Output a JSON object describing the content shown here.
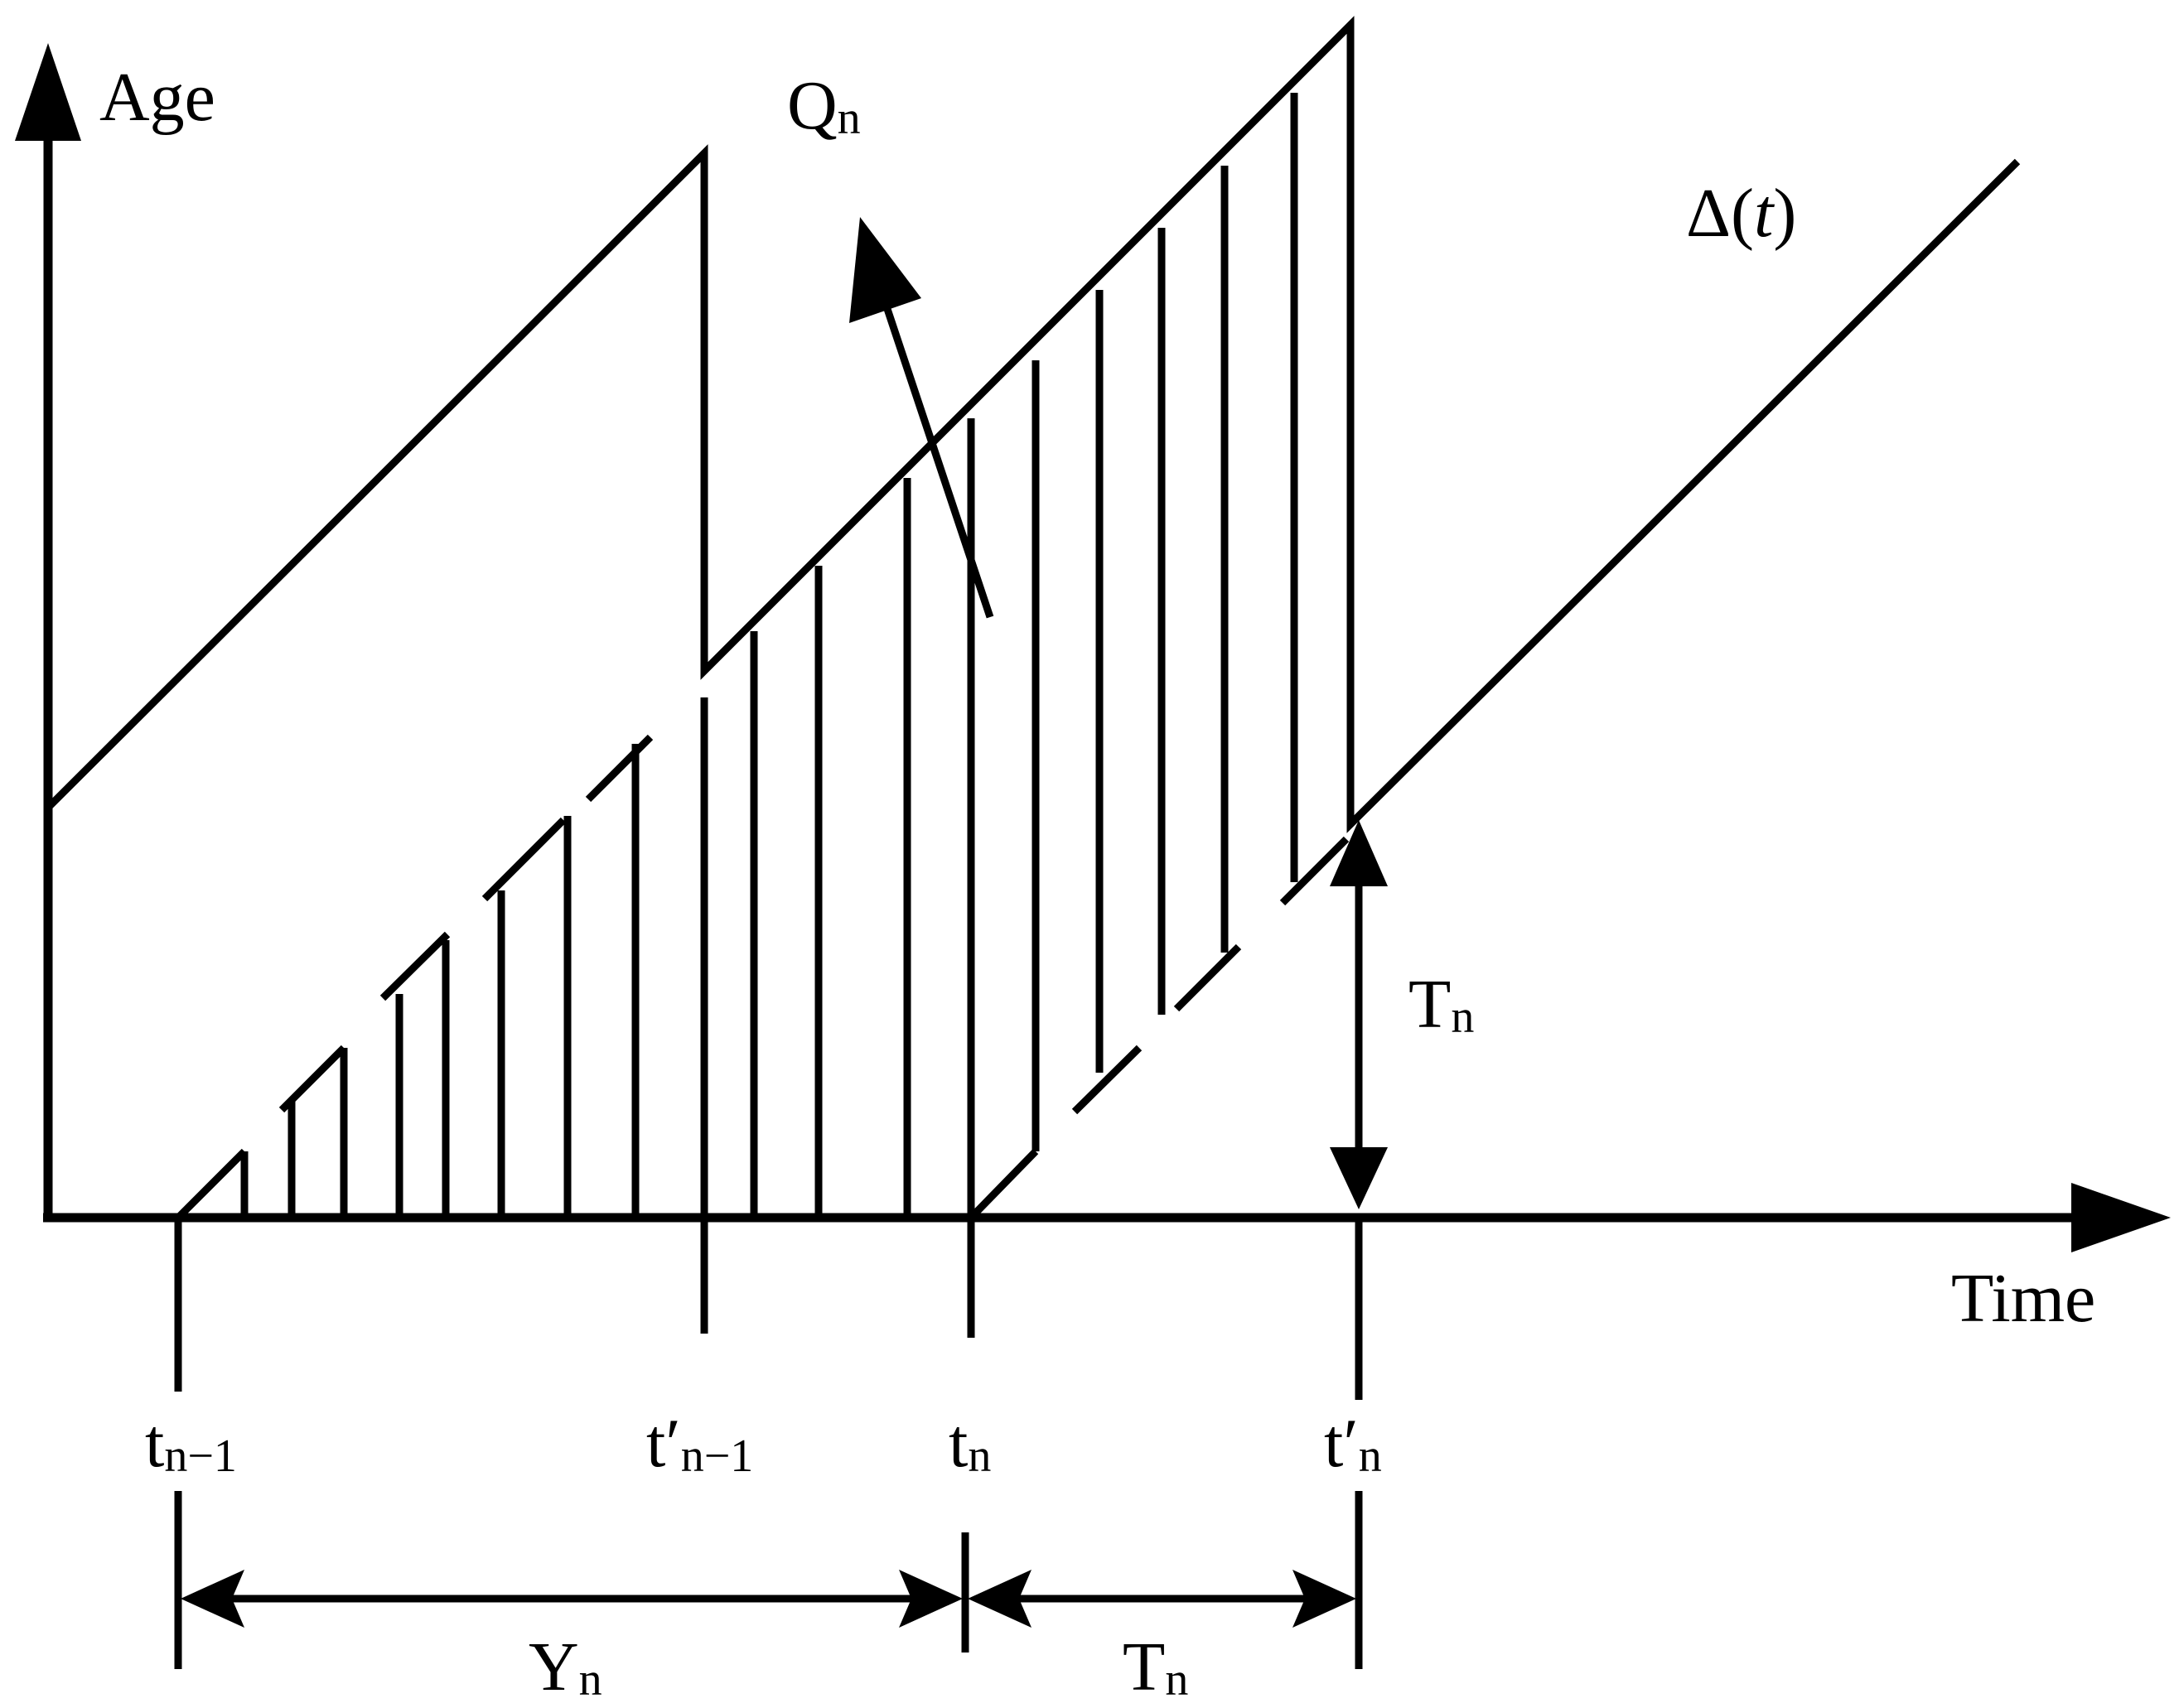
{
  "axes": {
    "y_label": "Age",
    "x_label": "Time"
  },
  "labels": {
    "age_function": {
      "main": "Δ(",
      "var": "t",
      "close": ")"
    },
    "area": {
      "main": "Q",
      "sub": "n"
    },
    "interval_vertical": {
      "main": "T",
      "sub": "n"
    },
    "interval_y": {
      "main": "Y",
      "sub": "n"
    },
    "interval_t": {
      "main": "T",
      "sub": "n"
    }
  },
  "time_marks": [
    {
      "main": "t",
      "sub": "n−1"
    },
    {
      "main": "t′",
      "sub": "n−1"
    },
    {
      "main": "t",
      "sub": "n"
    },
    {
      "main": "t′",
      "sub": "n"
    }
  ],
  "colors": {
    "stroke": "#000000",
    "background": "#ffffff"
  }
}
